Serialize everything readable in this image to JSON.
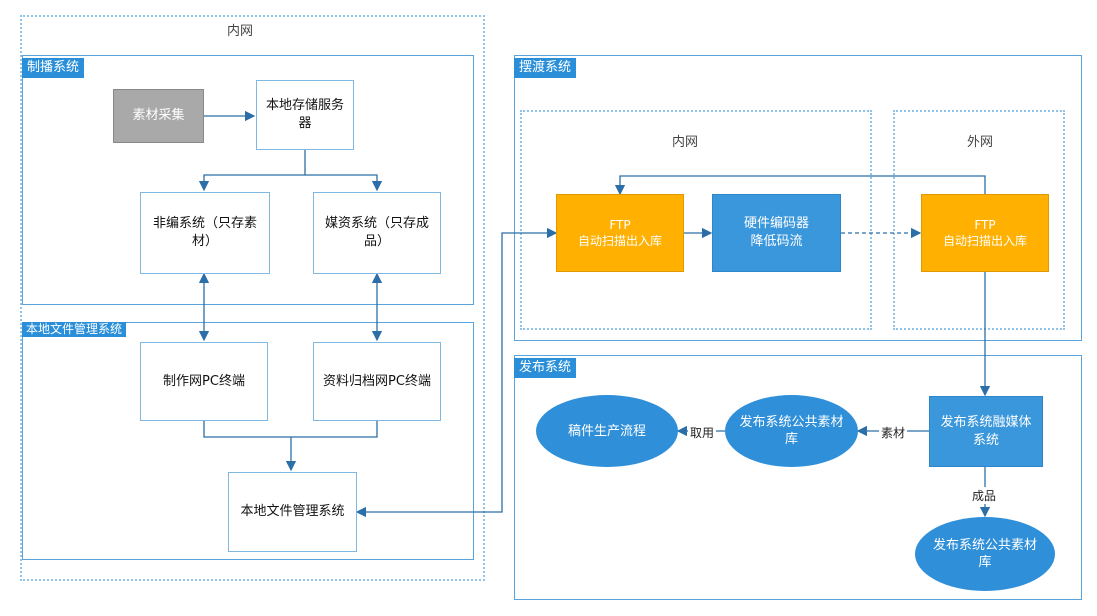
{
  "frames": {
    "intranet_outer": "内网",
    "broadcast_system": "制播系统",
    "local_file_mgmt": "本地文件管理系统",
    "ferry_system": "摆渡系统",
    "ferry_intranet": "内网",
    "ferry_extranet": "外网",
    "publish_system": "发布系统"
  },
  "nodes": {
    "material_collect": "素材采集",
    "local_storage": "本地存储服务器",
    "nonlinear_edit": "非编系统（只存素材）",
    "media_asset": "媒资系统（只存成品）",
    "production_pc": "制作网PC终端",
    "archive_pc": "资料归档网PC终端",
    "local_file_mgmt_system": "本地文件管理系统",
    "ftp_inner": "FTP\n自动扫描出入库",
    "hw_encoder_title": "硬件编码器",
    "hw_encoder_sub": "降低码流",
    "ftp_outer": "FTP\n自动扫描出入库",
    "publish_fusion": "发布系统融媒体系统",
    "public_lib_top": "发布系统公共素材库",
    "manuscript_flow": "稿件生产流程",
    "public_lib_bottom": "发布系统公共素材库"
  },
  "edges": {
    "material": "素材",
    "fetch": "取用",
    "product": "成品"
  },
  "colors": {
    "frame_blue": "#5ba3dc",
    "label_blue": "#2a8fd8",
    "ftp_orange": "#ffb000",
    "node_blue": "#3a97dc",
    "gray_node": "#a9a9a9"
  }
}
